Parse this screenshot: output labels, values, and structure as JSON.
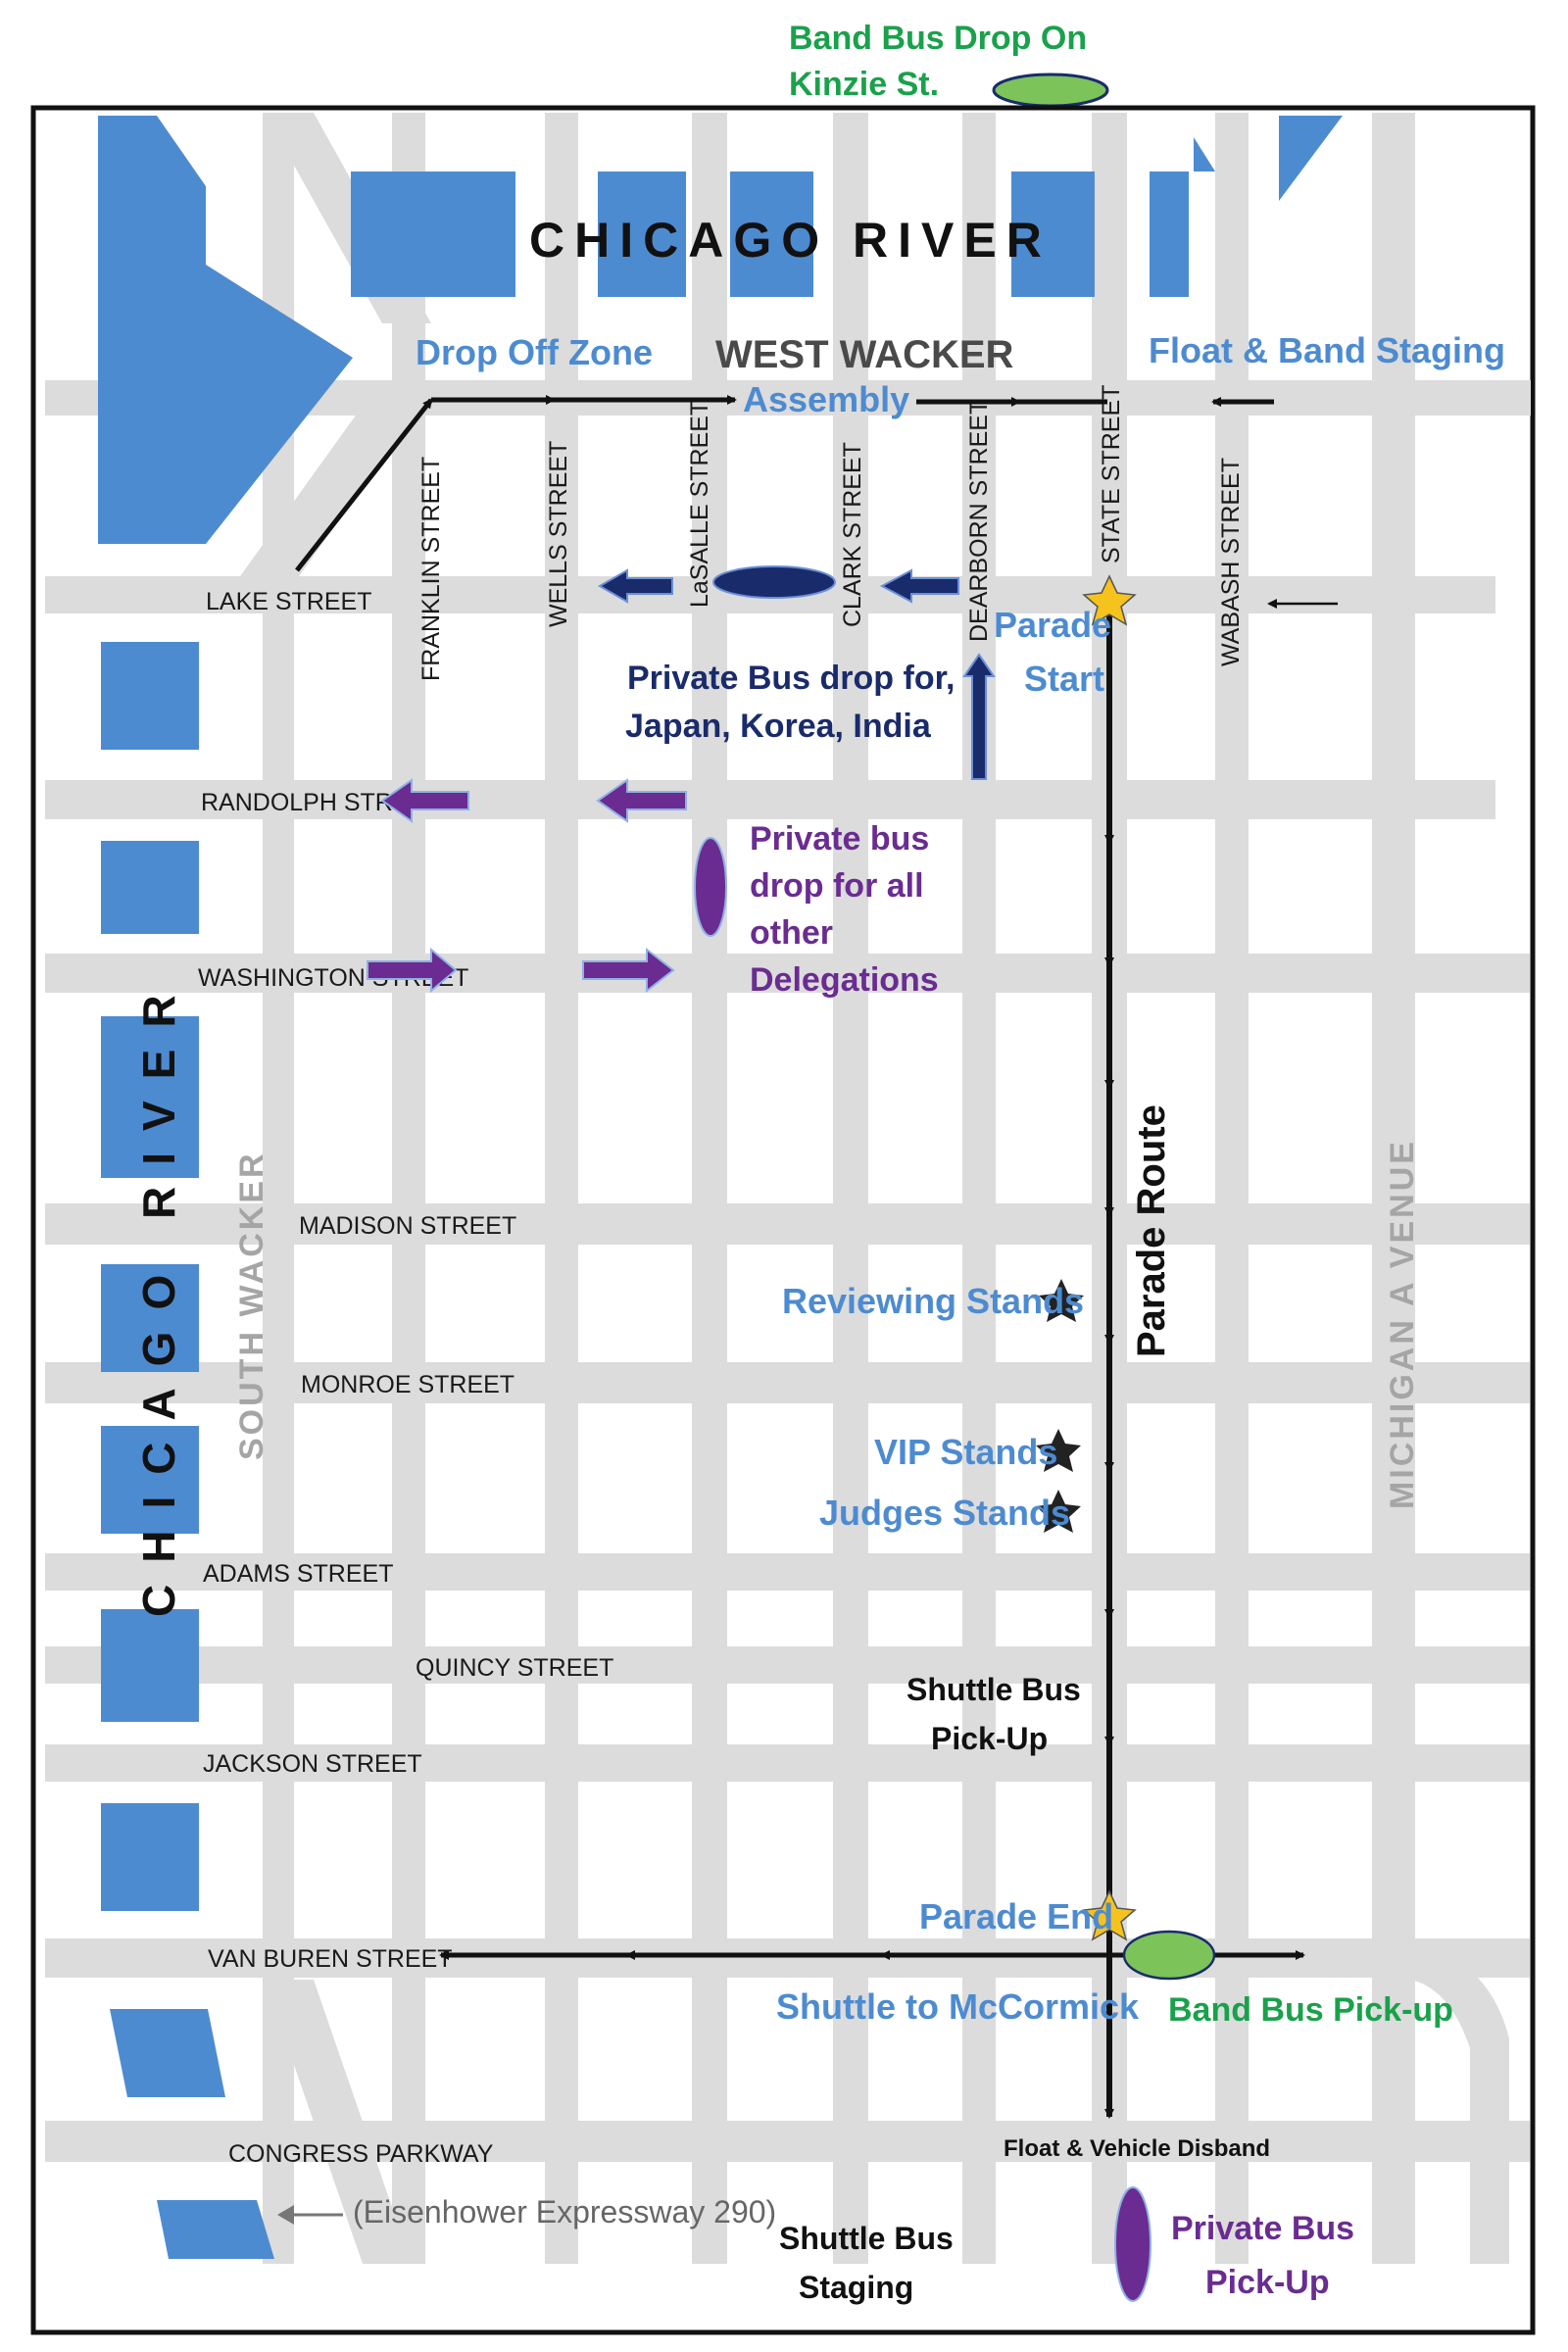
{
  "top": {
    "band_drop_line1": "Band Bus Drop On",
    "band_drop_line2": "Kinzie St."
  },
  "river_north": "CHICAGO RIVER",
  "river_west": "CHICAGO RIVER",
  "west_wacker": "WEST WACKER",
  "south_wacker": "SOUTH WACKER",
  "michigan_avenue": "MICHIGAN A VENUE",
  "labels": {
    "drop_off_zone": "Drop Off Zone",
    "assembly": "Assembly",
    "float_band_staging": "Float & Band Staging",
    "parade_start_1": "Parade",
    "parade_start_2": "Start",
    "private_bus_asia_1": "Private Bus drop for,",
    "private_bus_asia_2": "Japan, Korea, India",
    "private_bus_other_1": "Private bus",
    "private_bus_other_2": "drop for all",
    "private_bus_other_3": "other",
    "private_bus_other_4": "Delegations",
    "parade_route": "Parade Route",
    "reviewing_stands": "Reviewing Stands",
    "vip_stands": "VIP Stands",
    "judges_stands": "Judges Stands",
    "shuttle_pickup_1": "Shuttle Bus",
    "shuttle_pickup_2": "Pick-Up",
    "parade_end": "Parade End",
    "shuttle_mccormick": "Shuttle to McCormick",
    "band_bus_pickup": "Band Bus Pick-up",
    "float_disband": "Float & Vehicle Disband",
    "eisenhower": "(Eisenhower Expressway 290)",
    "shuttle_staging_1": "Shuttle Bus",
    "shuttle_staging_2": "Staging",
    "private_pickup_1": "Private Bus",
    "private_pickup_2": "Pick-Up"
  },
  "streets_ns": {
    "franklin": "FRANKLIN STREET",
    "wells": "WELLS STREET",
    "lasalle": "LaSALLE STREET",
    "clark": "CLARK STREET",
    "dearborn": "DEARBORN STREET",
    "state": "STATE STREET",
    "wabash": "WABASH STREET"
  },
  "streets_ew": {
    "lake": "LAKE STREET",
    "randolph": "RANDOLPH STREET",
    "washington": "WASHINGTON STREET",
    "madison": "MADISON STREET",
    "monroe": "MONROE STREET",
    "adams": "ADAMS STREET",
    "quincy": "QUINCY STREET",
    "jackson": "JACKSON STREET",
    "van_buren": "VAN BUREN STREET",
    "congress": "CONGRESS PARKWAY"
  },
  "colors": {
    "street_gray": "#dcdcdc",
    "river_blue": "#4d8bd1",
    "label_blue": "#4d8bd1",
    "navy": "#1a2b6b",
    "purple": "#6a2c91",
    "green": "#1aa14b",
    "band_ellipse": "#7cc35a",
    "star_gold": "#f6c21c"
  }
}
